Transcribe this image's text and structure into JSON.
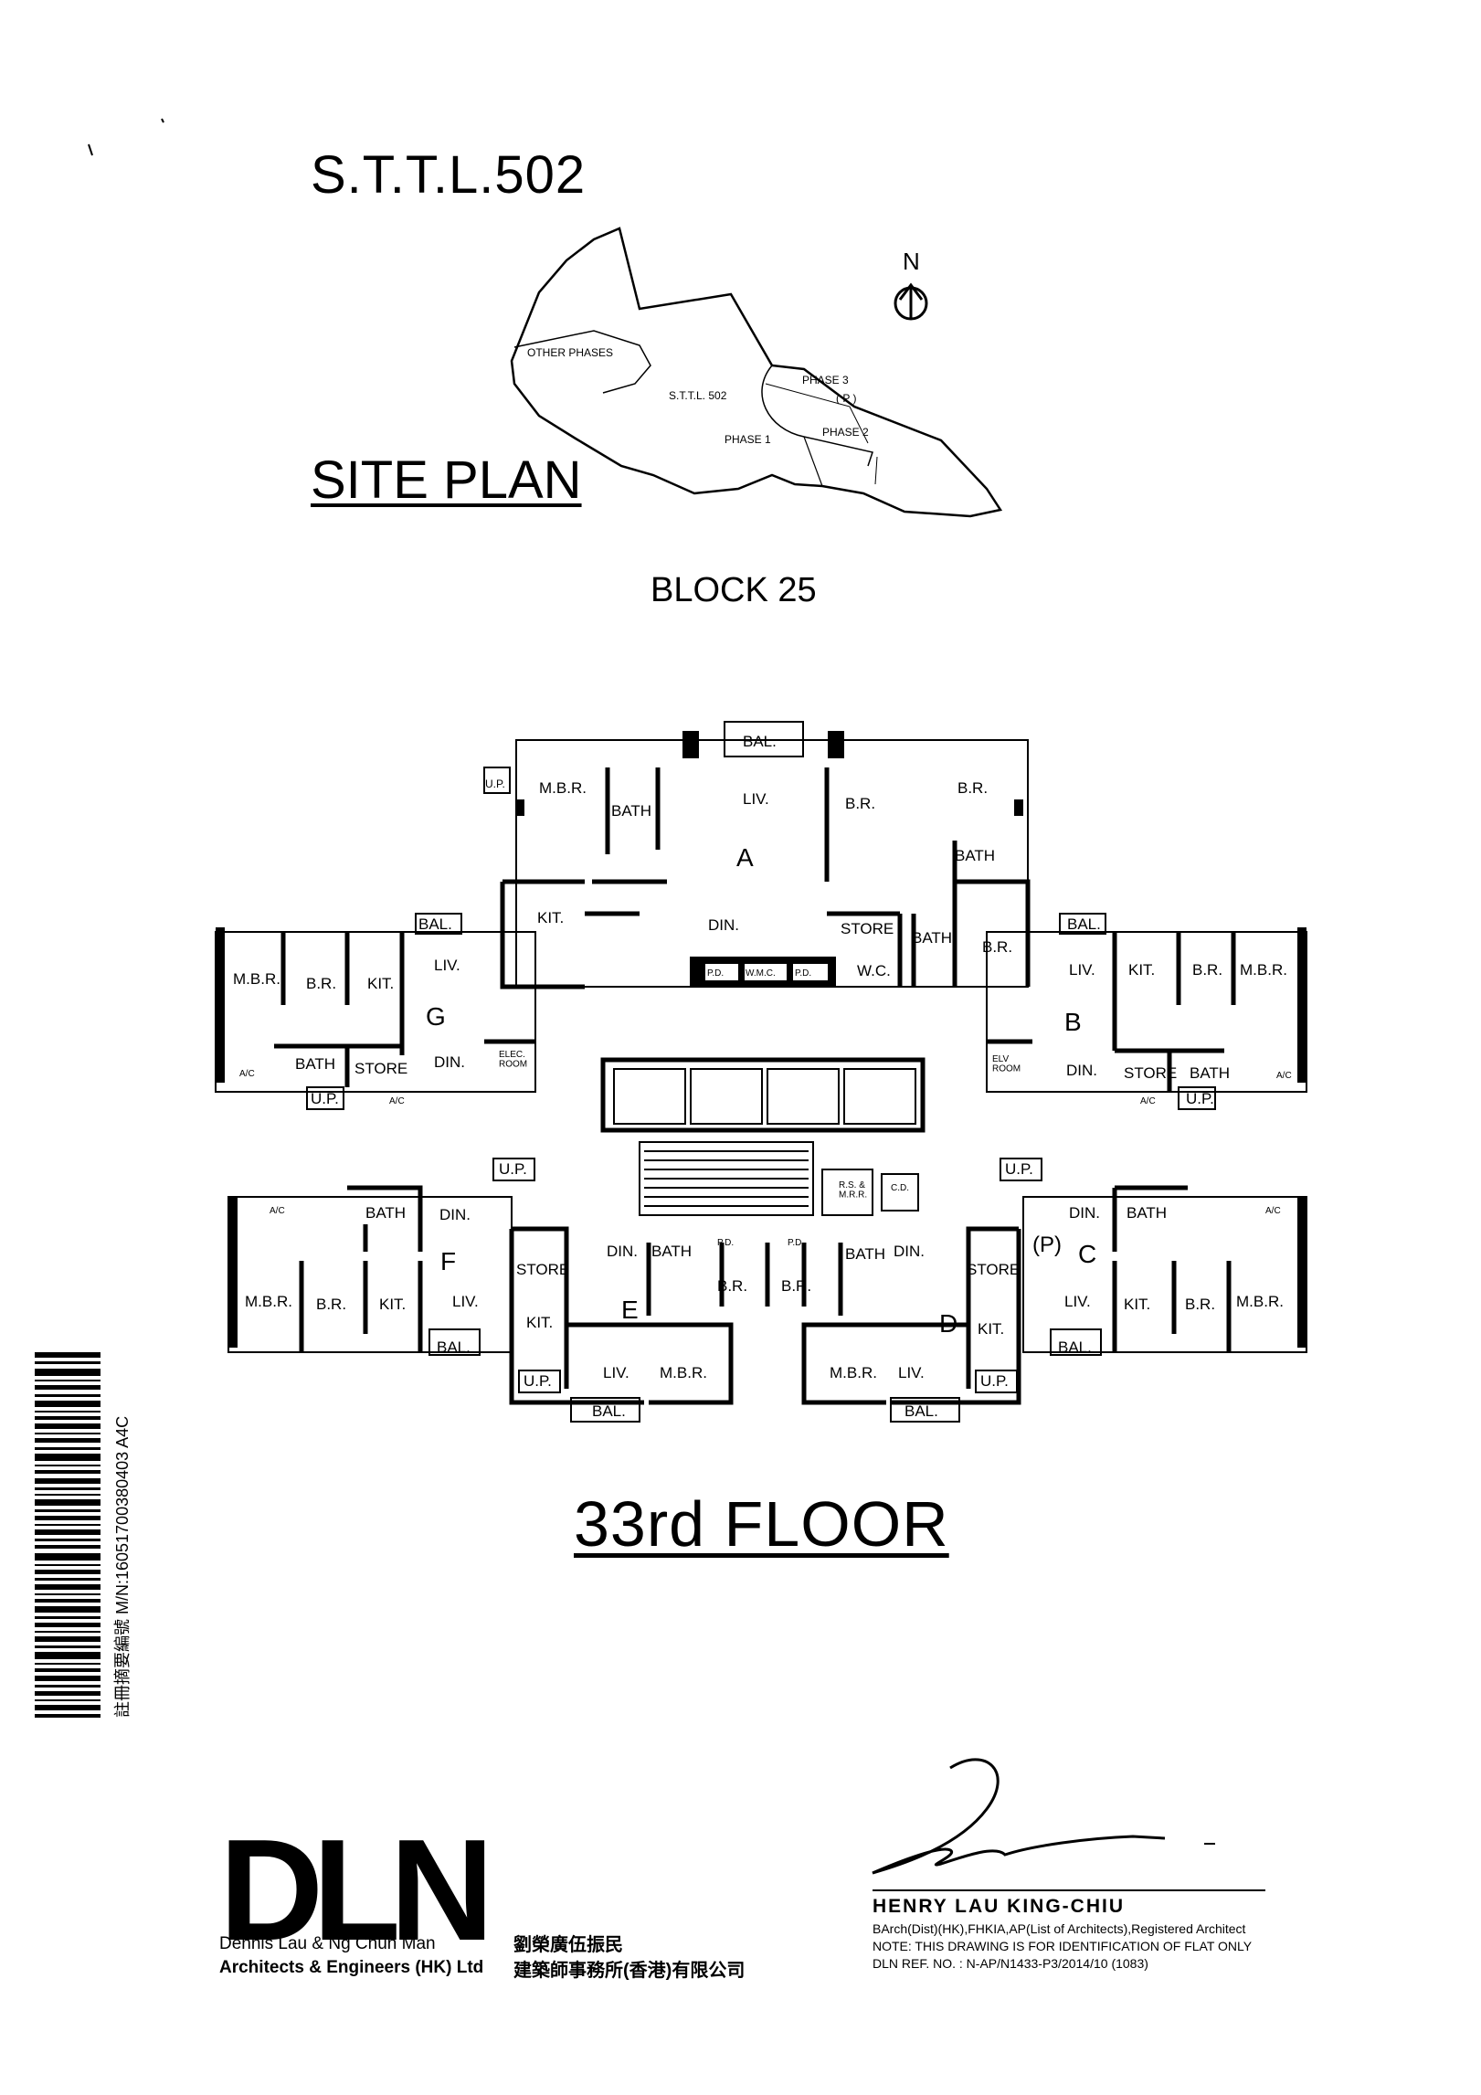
{
  "header": {
    "lot_title": "S.T.T.L.502",
    "site_plan_title": "SITE PLAN",
    "block_title": "BLOCK 25",
    "floor_title": "33rd FLOOR"
  },
  "site_plan": {
    "north_label": "N",
    "labels": {
      "other_phases": "OTHER PHASES",
      "lot": "S.T.T.L. 502",
      "phase1": "PHASE 1",
      "phase2": "PHASE 2",
      "phase3": "PHASE 3",
      "phase3p": "( P )"
    }
  },
  "floor_plan": {
    "units": {
      "a": "A",
      "b": "B",
      "c": "C",
      "c_p": "(P)",
      "d": "D",
      "e": "E",
      "f": "F",
      "g": "G"
    },
    "rooms": {
      "bal": "BAL.",
      "liv": "LIV.",
      "din": "DIN.",
      "kit": "KIT.",
      "mbr": "M.B.R.",
      "br": "B.R.",
      "bath": "BATH",
      "store": "STORE",
      "wc": "W.C.",
      "up": "U.P.",
      "ac": "A/C",
      "pd": "P.D.",
      "wmc": "W.M.C.",
      "elec_room": "ELEC.\nROOM",
      "elv_room": "ELV\nROOM",
      "rs_mrr": "R.S. &\nM.R.R.",
      "cd": "C.D."
    }
  },
  "barcode": {
    "text": "註冊摘要編號 M/N:16051700380403  A4C"
  },
  "firm": {
    "logo": "DLN",
    "name_en_1": "Dennis Lau & Ng Chun Man",
    "name_en_2": "Architects & Engineers (HK) Ltd",
    "name_zh_1": "劉榮廣伍振民",
    "name_zh_2": "建築師事務所(香港)有限公司"
  },
  "architect": {
    "name": "HENRY LAU KING-CHIU",
    "credentials": "BArch(Dist)(HK),FHKIA,AP(List of Architects),Registered Architect",
    "note": "NOTE: THIS DRAWING IS FOR IDENTIFICATION OF FLAT ONLY",
    "ref": "DLN REF. NO. : N-AP/N1433-P3/2014/10 (1083)"
  }
}
